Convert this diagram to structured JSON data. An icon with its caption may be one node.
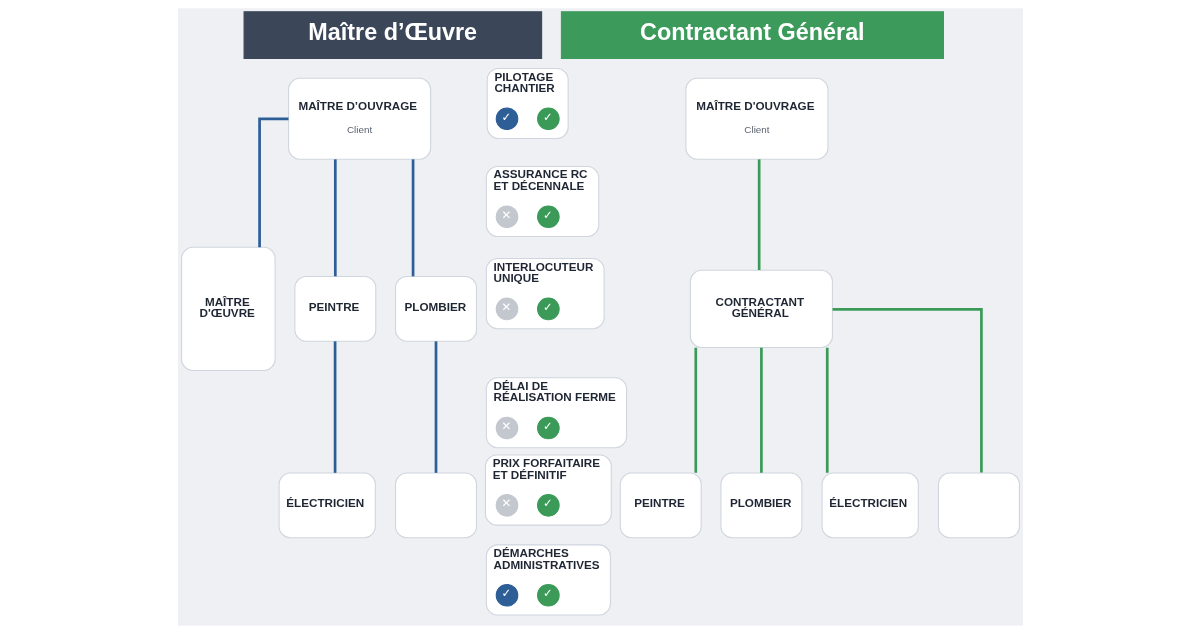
{
  "diagram": {
    "nodes": [
      {
        "text": [
          "Maître d’Œuvre"
        ]
      },
      {
        "text": [
          "Contractant Général"
        ]
      },
      {
        "text": [
          "MAÎTRE D’OUVRAGE",
          "Client"
        ]
      },
      {
        "text": [
          "MAÎTRE D'ŒUVRE"
        ]
      },
      {
        "text": [
          "PEINTRE"
        ]
      },
      {
        "text": [
          "PLOMBIER"
        ]
      },
      {
        "text": [
          "ÉLECTRICIEN"
        ]
      },
      {
        "text": [],
        "shape": "box"
      },
      {
        "text": [
          "PILOTAGE CHANTIER"
        ]
      },
      {
        "text": [
          "✓"
        ],
        "in": 8
      },
      {
        "text": [
          "✓"
        ],
        "in": 8
      },
      {
        "text": [
          "ASSURANCE RC ET DÉCENNALE"
        ]
      },
      {
        "text": [
          "✕"
        ],
        "in": 11
      },
      {
        "text": [
          "✓"
        ],
        "in": 11
      },
      {
        "text": [
          "INTERLOCUTEUR UNIQUE"
        ]
      },
      {
        "text": [
          "✕"
        ],
        "in": 14
      },
      {
        "text": [
          "✓"
        ],
        "in": 14
      },
      {
        "text": [
          "DÉLAI DE RÉALISATION FERME"
        ]
      },
      {
        "text": [
          "✕"
        ],
        "in": 17
      },
      {
        "text": [
          "✓"
        ],
        "in": 17
      },
      {
        "text": [
          "PRIX FORFAITAIRE ET DÉFINITIF"
        ]
      },
      {
        "text": [
          "✕"
        ],
        "in": 20
      },
      {
        "text": [
          "✓"
        ],
        "in": 20
      },
      {
        "text": [
          "DÉMARCHES ADMINISTRATIVES"
        ]
      },
      {
        "text": [
          "✓"
        ],
        "in": 23
      },
      {
        "text": [
          "✓"
        ],
        "in": 23
      },
      {
        "text": [
          "MAÎTRE D'OUVRAGE",
          "Client"
        ]
      },
      {
        "text": [
          "CONTRACTANT GÉNÉRAL"
        ]
      },
      {
        "text": [
          "PEINTRE"
        ]
      },
      {
        "text": [
          "PLOMBIER"
        ]
      },
      {
        "text": [
          "ÉLECTRICIEN"
        ]
      },
      {
        "text": [],
        "shape": "box"
      }
    ],
    "edges": [
      {
        "from": 2,
        "to": 3,
        "arrow": "none",
        "color": "#2e5e96"
      },
      {
        "from": 2,
        "to": 4,
        "arrow": "none",
        "color": "#2e5e96"
      },
      {
        "from": 2,
        "to": 5,
        "arrow": "none",
        "color": "#2e5e96"
      },
      {
        "from": 4,
        "to": 6,
        "arrow": "none",
        "color": "#2e5e96"
      },
      {
        "from": 5,
        "to": 7,
        "arrow": "none",
        "color": "#2e5e96"
      },
      {
        "from": 26,
        "to": 27,
        "arrow": "none",
        "color": "#3b9a58"
      },
      {
        "from": 27,
        "to": 28,
        "arrow": "none",
        "color": "#3b9a58"
      },
      {
        "from": 27,
        "to": 29,
        "arrow": "none",
        "color": "#3b9a58"
      },
      {
        "from": 27,
        "to": 30,
        "arrow": "none",
        "color": "#3b9a58"
      },
      {
        "from": 27,
        "to": 31,
        "arrow": "none",
        "color": "#3b9a58"
      }
    ]
  }
}
